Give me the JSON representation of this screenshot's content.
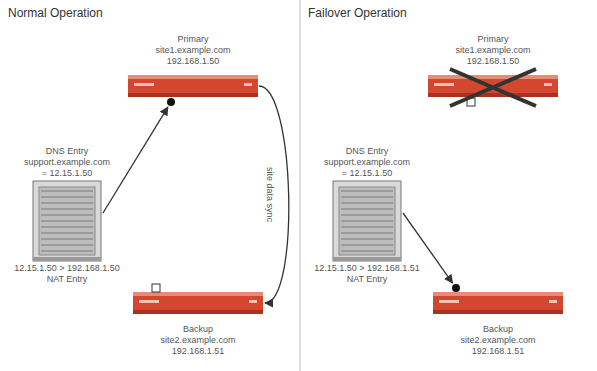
{
  "diagram": {
    "nodes": [
      {
        "text": [
          "DNS Entry",
          "support.example.com",
          "= 12.15.1.50",
          "12.15.1.50 > 192.168.1.50",
          "NAT Entry"
        ]
      },
      {
        "text": [
          "Primary",
          "site1.example.com",
          "192.168.1.50"
        ]
      },
      {
        "text": [
          "Backup",
          "site2.example.com",
          "192.168.1.51"
        ]
      },
      {
        "text": [
          "DNS Entry",
          "support.example.com",
          "= 12.15.1.50",
          "12.15.1.50 > 192.168.1.51",
          "NAT Entry"
        ]
      },
      {
        "text": [
          "Primary",
          "site1.example.com",
          "192.168.1.50"
        ]
      },
      {
        "text": [
          "Backup",
          "site2.example.com",
          "192.168.1.51"
        ]
      }
    ],
    "edges": [
      {
        "from": 0,
        "to": 1,
        "arrow": "to"
      },
      {
        "from": 1,
        "to": 2,
        "label": "site data sync",
        "arrow": "to"
      },
      {
        "from": 3,
        "to": 5,
        "arrow": "to"
      }
    ],
    "labels": [
      "Normal Operation",
      "Failover Operation"
    ]
  }
}
